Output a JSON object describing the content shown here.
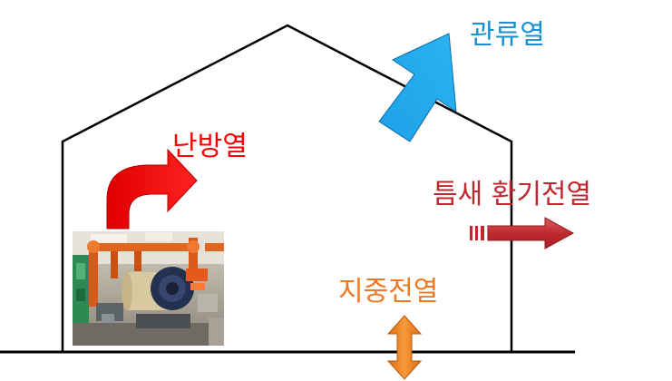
{
  "labels": {
    "transmission": "관류열",
    "heating": "난방열",
    "infiltration": "틈새 환기전열",
    "ground": "지중전열"
  },
  "colors": {
    "transmission": "#1a8fd6",
    "heating": "#ff0000",
    "infiltration": "#c0282e",
    "ground": "#f07820",
    "outline": "#000000"
  },
  "photo": {
    "subject": "boiler-room-photo"
  }
}
